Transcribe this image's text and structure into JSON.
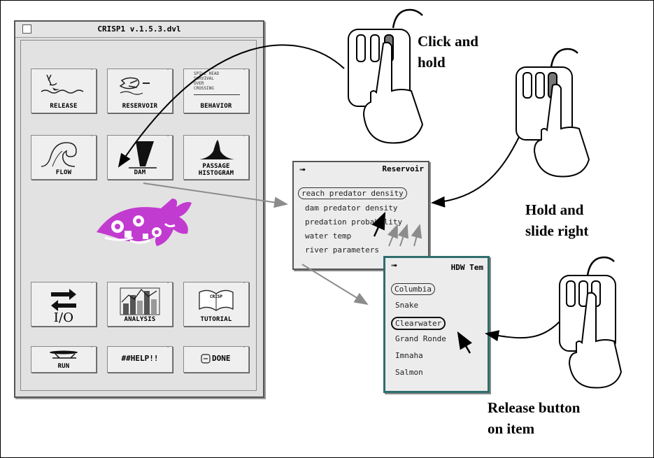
{
  "crisp_window": {
    "title": "CRISP1 v.1.5.3.dvl",
    "buttons": [
      {
        "key": "release",
        "label": "RELEASE"
      },
      {
        "key": "reservoir",
        "label": "RESERVOIR"
      },
      {
        "key": "behavior",
        "label": "BEHAVIOR",
        "icon_text": "SPILL HEAD\nSURVIVAL\nOVER\nCROSSING"
      },
      {
        "key": "flow",
        "label": "FLOW"
      },
      {
        "key": "dam",
        "label": "DAM"
      },
      {
        "key": "passage",
        "label": "PASSAGE\nHISTOGRAM"
      },
      {
        "key": "io",
        "label": "I/O"
      },
      {
        "key": "analysis",
        "label": "ANALYSIS"
      },
      {
        "key": "tutorial",
        "label": "TUTORIAL",
        "icon_text": "CRISP"
      },
      {
        "key": "run",
        "label": "RUN"
      },
      {
        "key": "help",
        "label": "HELP!!"
      },
      {
        "key": "done",
        "label": "DONE"
      }
    ]
  },
  "reservoir_menu": {
    "title": "Reservoir",
    "items": [
      "reach predator density",
      "dam predator density",
      "predation probability",
      "water temp",
      "river parameters"
    ]
  },
  "hdw_menu": {
    "title": "HDW Tem",
    "items": [
      "Columbia",
      "Snake",
      "Clearwater",
      "Grand Ronde",
      "Imnaha",
      "Salmon"
    ]
  },
  "captions": {
    "click_hold": [
      "Click and",
      "hold"
    ],
    "hold_slide": [
      "Hold and",
      "slide right"
    ],
    "release": [
      "Release button",
      "on item"
    ]
  },
  "colors": {
    "fish_logo": "#c23bd0",
    "gray_arrow": "#8c8c8c"
  }
}
